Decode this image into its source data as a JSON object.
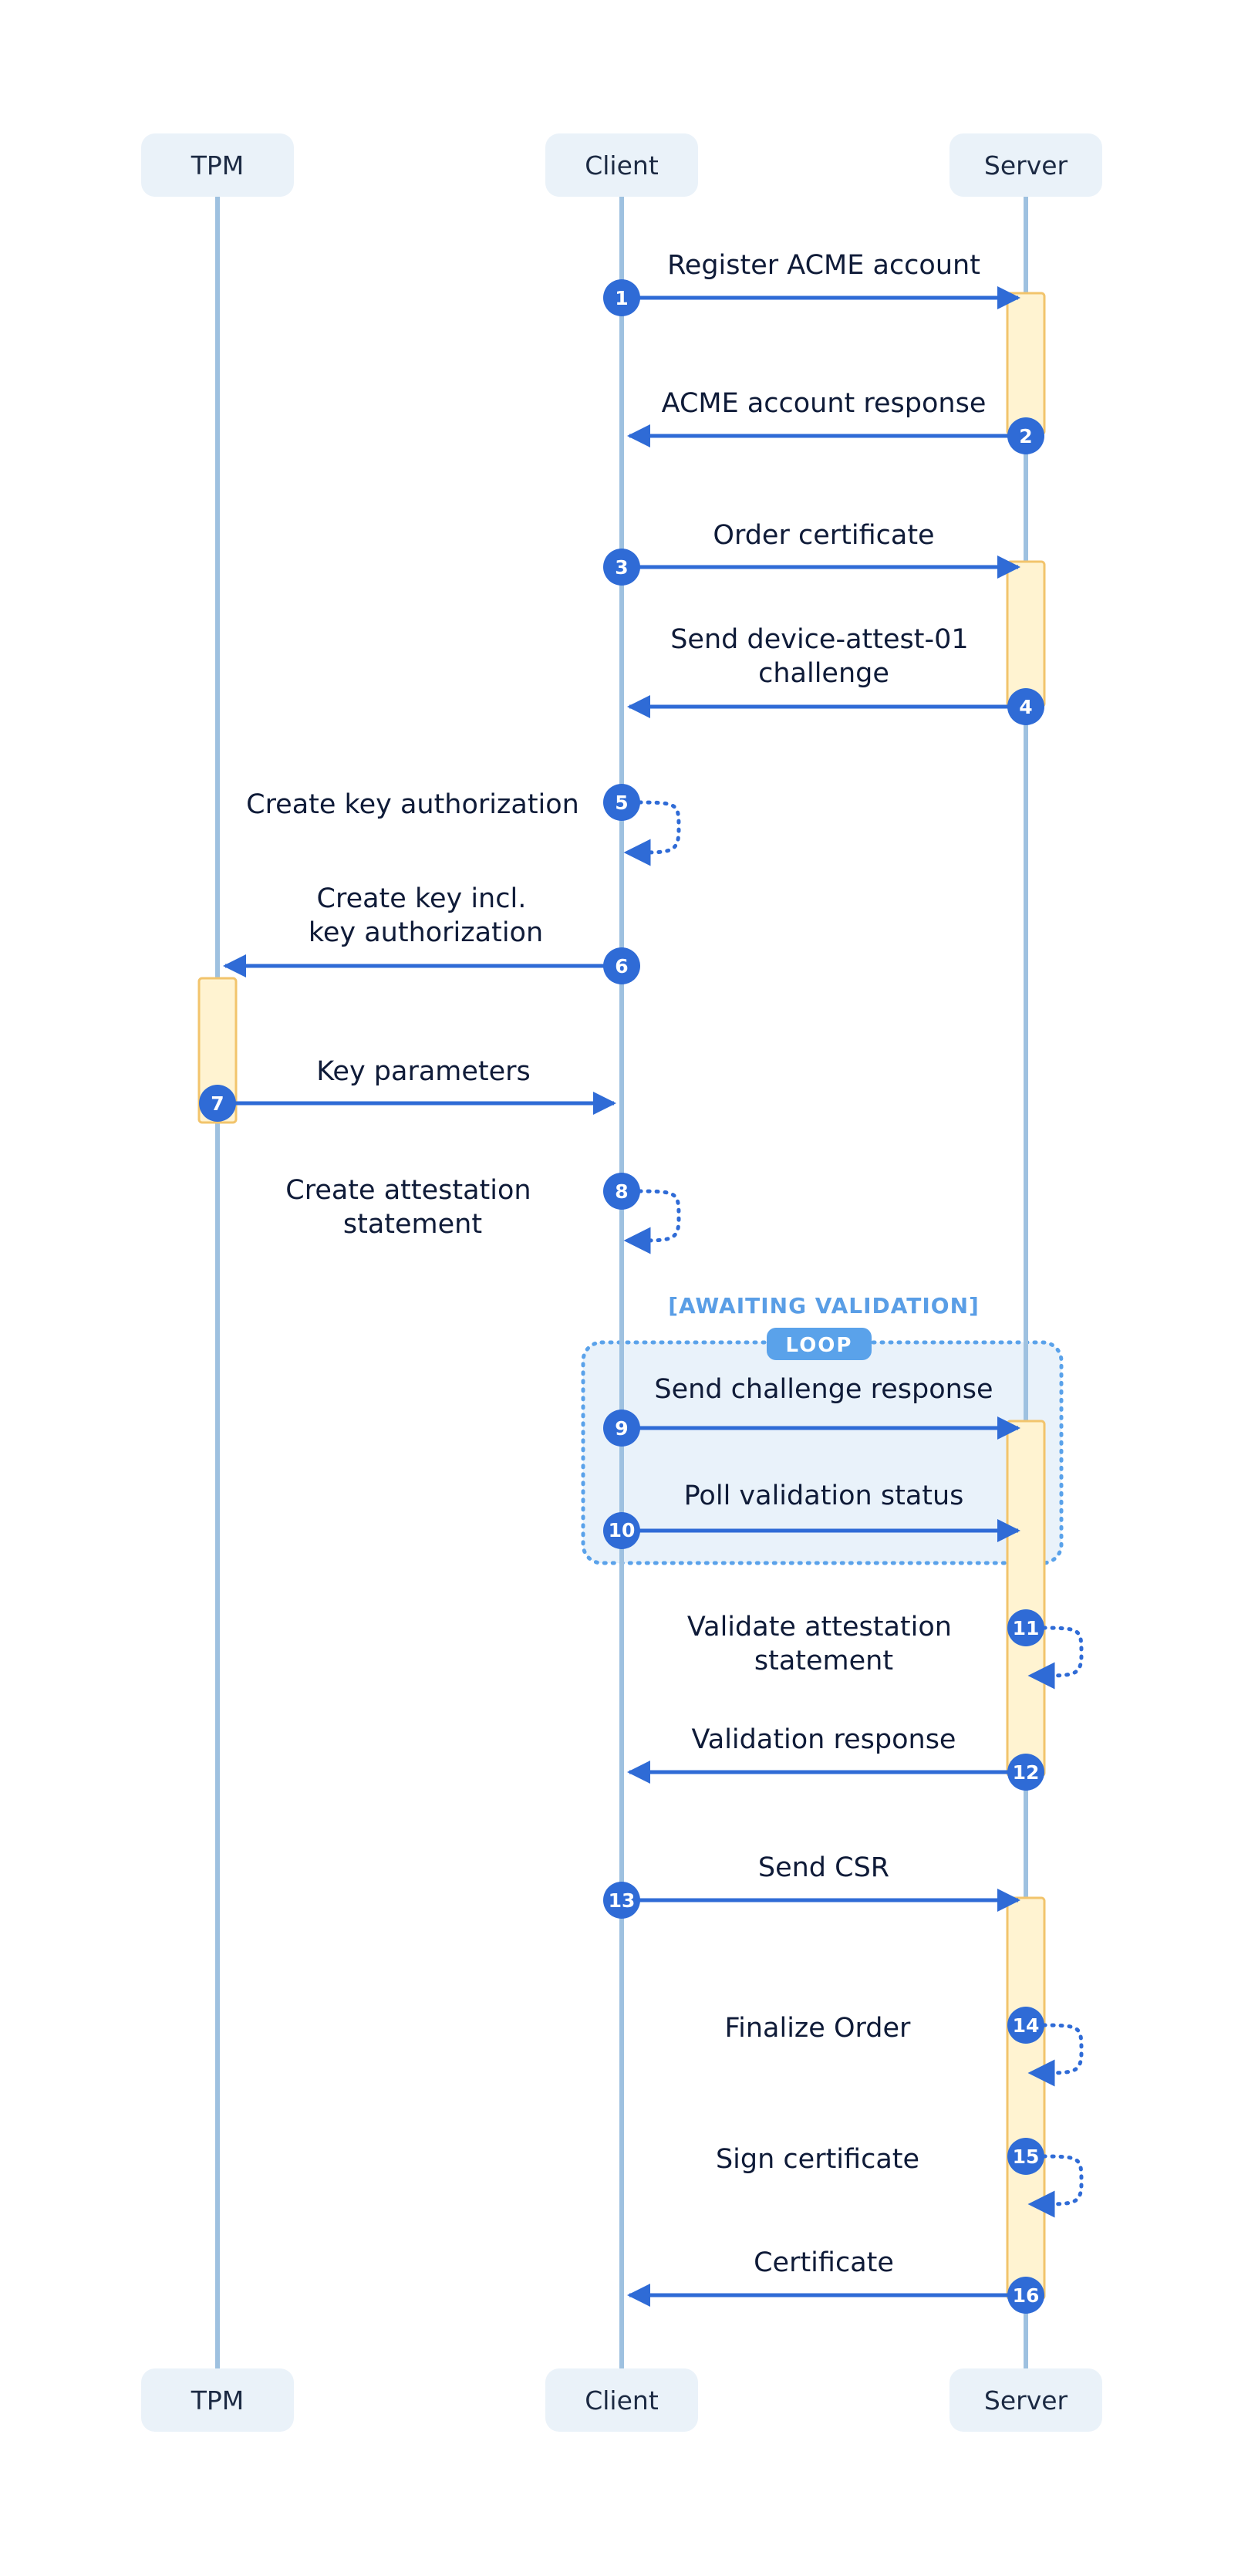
{
  "participants": {
    "tpm": "TPM",
    "client": "Client",
    "server": "Server"
  },
  "loop": {
    "condition": "[AWAITING VALIDATION]",
    "tag": "LOOP"
  },
  "steps": [
    {
      "num": "1",
      "label": [
        "Register ACME account"
      ]
    },
    {
      "num": "2",
      "label": [
        "ACME account response"
      ]
    },
    {
      "num": "3",
      "label": [
        "Order certificate"
      ]
    },
    {
      "num": "4",
      "label": [
        "Send device-attest-01",
        "challenge"
      ]
    },
    {
      "num": "5",
      "label": [
        "Create key authorization"
      ]
    },
    {
      "num": "6",
      "label": [
        "Create key incl.",
        "key authorization"
      ]
    },
    {
      "num": "7",
      "label": [
        "Key parameters"
      ]
    },
    {
      "num": "8",
      "label": [
        "Create attestation",
        "statement"
      ]
    },
    {
      "num": "9",
      "label": [
        "Send challenge response"
      ]
    },
    {
      "num": "10",
      "label": [
        "Poll validation status"
      ]
    },
    {
      "num": "11",
      "label": [
        "Validate attestation",
        "statement"
      ]
    },
    {
      "num": "12",
      "label": [
        "Validation response"
      ]
    },
    {
      "num": "13",
      "label": [
        "Send CSR"
      ]
    },
    {
      "num": "14",
      "label": [
        "Finalize Order"
      ]
    },
    {
      "num": "15",
      "label": [
        "Sign certificate"
      ]
    },
    {
      "num": "16",
      "label": [
        "Certificate"
      ]
    }
  ],
  "colors": {
    "lifeline": "#9ec1e0",
    "participant_box": "#eaf2f9",
    "arrow": "#2f6bd6",
    "step_circle": "#2f6bd6",
    "activation_fill": "#fff3d1",
    "activation_stroke": "#f2c46c",
    "loop_fill": "#e9f2fa",
    "loop_border": "#5aa2ea",
    "loop_tag": "#5aa2ea"
  }
}
